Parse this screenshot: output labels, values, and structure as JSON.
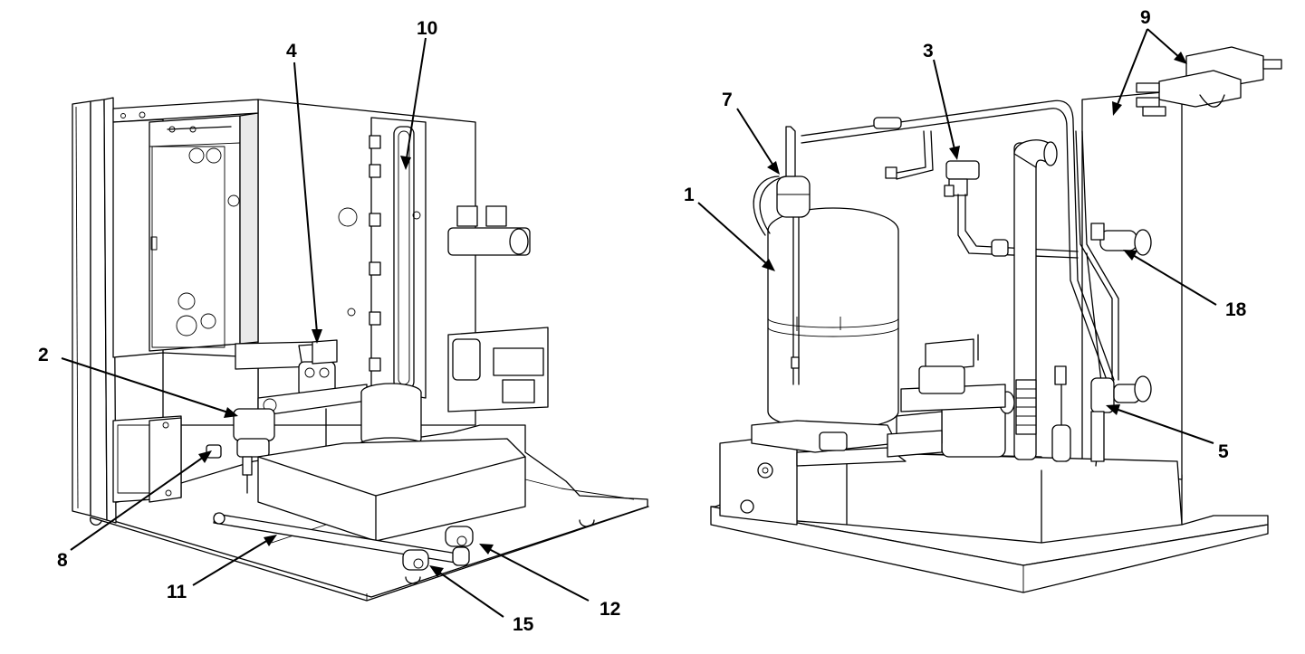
{
  "figure": {
    "left_view": {
      "callouts": [
        {
          "id": "c4",
          "text": "4"
        },
        {
          "id": "c10",
          "text": "10"
        },
        {
          "id": "c2",
          "text": "2"
        },
        {
          "id": "c8",
          "text": "8"
        },
        {
          "id": "c11",
          "text": "11"
        },
        {
          "id": "c15",
          "text": "15"
        },
        {
          "id": "c12",
          "text": "12"
        }
      ]
    },
    "right_view": {
      "callouts": [
        {
          "id": "c9",
          "text": "9"
        },
        {
          "id": "c3",
          "text": "3"
        },
        {
          "id": "c7",
          "text": "7"
        },
        {
          "id": "c1",
          "text": "1"
        },
        {
          "id": "c18",
          "text": "18"
        },
        {
          "id": "c5",
          "text": "5"
        }
      ]
    }
  }
}
